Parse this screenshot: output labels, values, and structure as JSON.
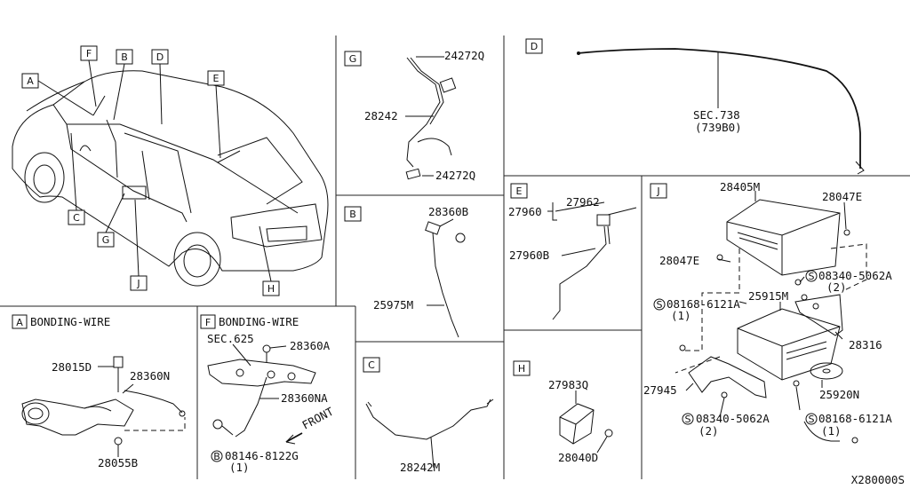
{
  "diagram": {
    "footer_code": "X280000S",
    "panel_letters": {
      "A": "A",
      "B": "B",
      "C": "C",
      "D": "D",
      "E": "E",
      "F": "F",
      "G": "G",
      "H": "H",
      "J": "J"
    },
    "panel_titles": {
      "A": "BONDING-WIRE",
      "F": "BONDING-WIRE"
    },
    "parts": {
      "p24272Q_a": "24272Q",
      "p28242": "28242",
      "p24272Q_b": "24272Q",
      "p_sec738": "SEC.738",
      "p_739B0": "(739B0)",
      "p28360B": "28360B",
      "p25975M": "25975M",
      "p27962": "27962",
      "p27960": "27960",
      "p27960B": "27960B",
      "p28405M": "28405M",
      "p28047E_a": "28047E",
      "p28047E_b": "28047E",
      "p08340_a": "08340-5062A",
      "p08340_a_qty": "(2)",
      "p08168_a": "08168-6121A",
      "p08168_a_qty": "(1)",
      "p25915M": "25915M",
      "p28316": "28316",
      "p27945": "27945",
      "p25920N": "25920N",
      "p08340_b": "08340-5062A",
      "p08340_b_qty": "(2)",
      "p08168_b": "08168-6121A",
      "p08168_b_qty": "(1)",
      "p28015D": "28015D",
      "p28360N": "28360N",
      "p28055B": "28055B",
      "p_sec625": "SEC.625",
      "p28360A": "28360A",
      "p28360NA": "28360NA",
      "p08146": "08146-8122G",
      "p08146_qty": "(1)",
      "p_front": "FRONT",
      "p28242M": "28242M",
      "p27983Q": "27983Q",
      "p28040D": "28040D"
    },
    "prefix_S": "S",
    "prefix_B": "B"
  }
}
